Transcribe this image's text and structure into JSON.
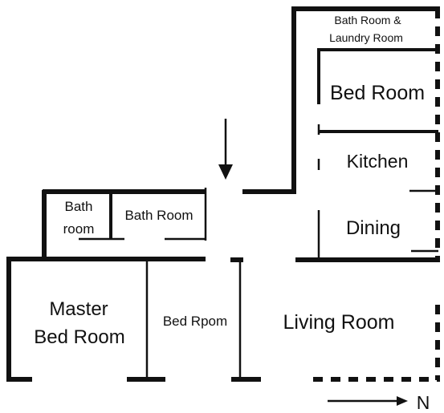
{
  "rooms": {
    "bath_laundry_line1": "Bath Room &",
    "bath_laundry_line2": "Laundry Room",
    "bed_room_top": "Bed Room",
    "kitchen": "Kitchen",
    "dining": "Dining",
    "bath_small_line1": "Bath",
    "bath_small_line2": "room",
    "bath_room": "Bath Room",
    "master_line1": "Master",
    "master_line2": "Bed Room",
    "bed_room_middle": "Bed Rpom",
    "living_room": "Living Room"
  },
  "compass": {
    "label": "N"
  },
  "colors": {
    "ink": "#111111",
    "paper": "#ffffff"
  }
}
